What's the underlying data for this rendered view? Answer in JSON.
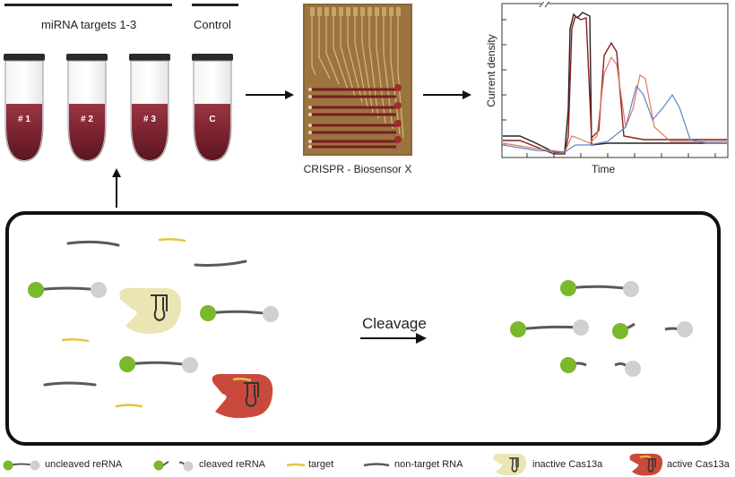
{
  "header": {
    "targets_label": "miRNA targets 1-3",
    "control_label": "Control"
  },
  "tubes": [
    {
      "label": "# 1"
    },
    {
      "label": "# 2"
    },
    {
      "label": "# 3"
    },
    {
      "label": "C"
    }
  ],
  "chip": {
    "caption": "CRISPR - Biosensor X"
  },
  "chart_data": {
    "type": "line",
    "title": "",
    "xlabel": "Time",
    "ylabel": "Current density",
    "grid": false,
    "series": [
      {
        "color": "#222222"
      },
      {
        "color": "#8b1e1e"
      },
      {
        "color": "#e07860"
      },
      {
        "color": "#5b86c8"
      }
    ]
  },
  "process": {
    "cleavage_label": "Cleavage"
  },
  "legend": {
    "uncleaved": "uncleaved reRNA",
    "cleaved": "cleaved reRNA",
    "target": "target",
    "nontarget": "non-target RNA",
    "inactive": "inactive Cas13a",
    "active": "active Cas13a"
  },
  "colors": {
    "green": "#7ab82c",
    "grey": "#d0d0d0",
    "target_yellow": "#e3c640",
    "inactive_fill": "#ebe5b3",
    "active_fill": "#c94a3c",
    "tube_liquid": "#7a1d2a"
  }
}
